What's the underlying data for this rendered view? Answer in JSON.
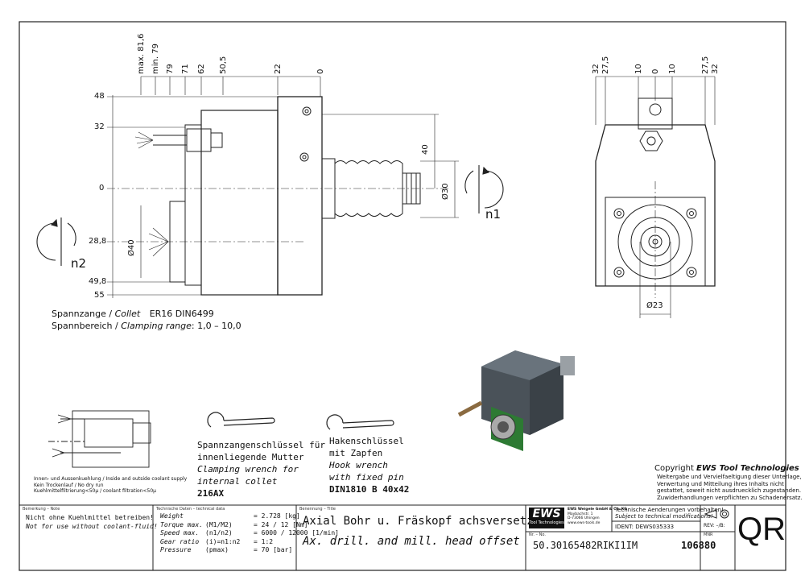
{
  "top_dims": [
    "max. 81,6",
    "min. 79",
    "79",
    "71",
    "62",
    "50,5",
    "22",
    "0"
  ],
  "left_dims": [
    "48",
    "32",
    "0",
    "28,8",
    "49,8",
    "55"
  ],
  "right_top_dims": [
    "32",
    "27,5",
    "10",
    "0",
    "10",
    "27,5",
    "32"
  ],
  "side_dims": {
    "d40_top": "40",
    "d30": "Ø30",
    "d40_left": "Ø40",
    "d23": "Ø23"
  },
  "rotation": {
    "n1": "n1",
    "n2": "n2"
  },
  "spec": {
    "line1_de": "Spannzange /",
    "line1_en": "Collet",
    "line1_val": "ER16    DIN6499",
    "line2_de": "Spannbereich /",
    "line2_en": "Clamping range",
    "line2_val": ": 1,0 – 10,0"
  },
  "coolant_notes": [
    "Innen- und Aussenkuehlung / Inside and outside coolant supply",
    "Kein Trockenlauf / No dry run",
    "Kuehlmittelfiltrierung<50µ / coolant filtration<50µ"
  ],
  "wrench1": {
    "de1": "Spannzangenschlüssel für",
    "de2": "innenliegende Mutter",
    "en1": "Clamping wrench for",
    "en2": "internal collet",
    "code": "216AX"
  },
  "wrench2": {
    "de1": "Hakenschlüssel",
    "de2": "mit Zapfen",
    "en1": "Hook wrench",
    "en2": "with fixed pin",
    "code": "DIN1810 B 40x42"
  },
  "copyright": {
    "title_pre": "Copyright ",
    "title_brand": "EWS Tool Technologies",
    "l1": "Weitergabe und Vervielfaeltigung dieser Unterlage,",
    "l2": "Verwertung und Mitteilung ihres Inhalts nicht",
    "l3": "gestattet, soweit nicht ausdruecklich zugestanden.",
    "l4": "Zuwiderhandlungen verpflichten zu Schadenersatz."
  },
  "title_block": {
    "remark_hdr": "Bemerkung – Note",
    "remark1": "Nicht ohne Kuehlmittel betreiben!",
    "remark2": "Not for use without coolant-fluid!",
    "tech_hdr": "Technische Daten – technical data",
    "tech_rows": [
      {
        "k": "Weight",
        "u": "",
        "v": "=  2.728 [kg]"
      },
      {
        "k": "Torque max.",
        "u": "(M1/M2)",
        "v": "=  24 / 12 [Nm]"
      },
      {
        "k": "Speed max.",
        "u": "(n1/n2)",
        "v": "=  6000 / 12000 [1/min]"
      },
      {
        "k": "Gear ratio",
        "u": "(i)=n1:n2",
        "v": "=  1:2"
      },
      {
        "k": "Pressure",
        "u": "(pmax)",
        "v": "=  70 [bar]"
      }
    ],
    "title_hdr": "Benennung – Title",
    "title_de": "Axial Bohr u. Fräskopf achsversetzt",
    "title_en": "Ax. drill. and mill. head offset",
    "logo": "EWS",
    "logo_sub": "Tool Technologies",
    "company1": "EWS Weigele GmbH & Co. KG",
    "company2": "Maybachstr. 1",
    "company3": "D-73066 Uhingen",
    "company4": "www.ews-tools.de",
    "nr_hdr": "Nr. – No.",
    "part_no": "50.30165482RIKI1IM",
    "tech_change_de": "Technische Aenderungen vorbehalten!",
    "tech_change_en": "Subject to technical modifications!",
    "ident": "IDENT: DEWS035333",
    "rev": "REV: –/B:",
    "mnr_hdr": "MNR",
    "mnr": "106880",
    "qr": "QR"
  }
}
